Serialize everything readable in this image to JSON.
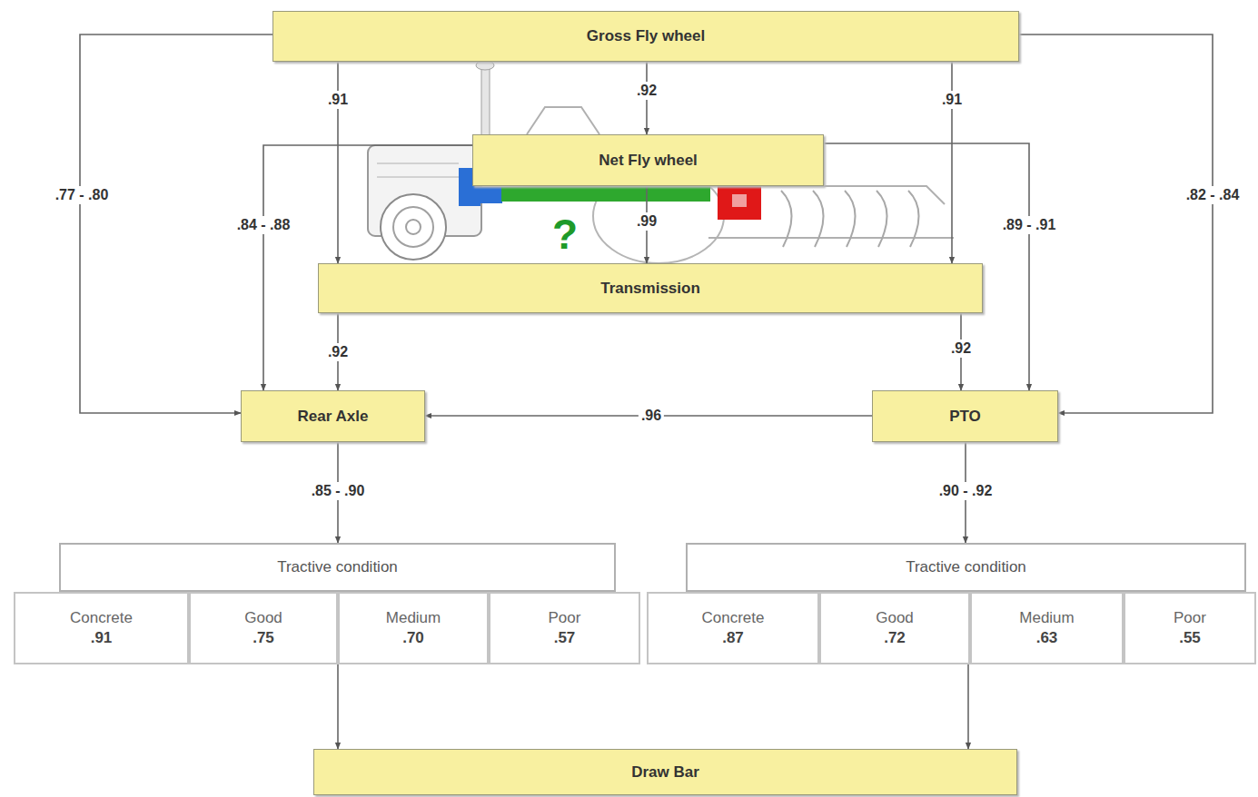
{
  "diagram": {
    "nodes": [
      {
        "text": [
          "Gross Fly wheel"
        ]
      },
      {
        "text": [
          "Net Fly wheel"
        ]
      },
      {
        "text": [
          "Transmission"
        ]
      },
      {
        "text": [
          "Rear Axle"
        ]
      },
      {
        "text": [
          "PTO"
        ]
      },
      {
        "text": [
          "Tractive condition"
        ]
      },
      {
        "text": [
          "Concrete",
          ".91"
        ]
      },
      {
        "text": [
          "Good",
          ".75"
        ]
      },
      {
        "text": [
          "Medium",
          ".70"
        ]
      },
      {
        "text": [
          "Poor",
          ".57"
        ]
      },
      {
        "text": [
          "Tractive condition"
        ]
      },
      {
        "text": [
          "Concrete",
          ".87"
        ]
      },
      {
        "text": [
          "Good",
          ".72"
        ]
      },
      {
        "text": [
          "Medium",
          ".63"
        ]
      },
      {
        "text": [
          "Poor",
          ".55"
        ]
      },
      {
        "text": [
          "Draw Bar"
        ]
      }
    ],
    "edges": [
      {
        "from": 0,
        "to": 3,
        "label": ".77 - .80",
        "arrow": "to"
      },
      {
        "from": 0,
        "to": 2,
        "label": ".91",
        "arrow": "to"
      },
      {
        "from": 0,
        "to": 1,
        "label": ".92",
        "arrow": "to"
      },
      {
        "from": 0,
        "to": 2,
        "label": ".91",
        "arrow": "to"
      },
      {
        "from": 0,
        "to": 4,
        "label": ".82 - .84",
        "arrow": "to"
      },
      {
        "from": 1,
        "to": 3,
        "label": ".84 - .88",
        "arrow": "to"
      },
      {
        "from": 1,
        "to": 2,
        "label": ".99",
        "arrow": "to"
      },
      {
        "from": 1,
        "to": 4,
        "label": ".89 - .91",
        "arrow": "to"
      },
      {
        "from": 2,
        "to": 3,
        "label": ".92",
        "arrow": "to"
      },
      {
        "from": 2,
        "to": 4,
        "label": ".92",
        "arrow": "to"
      },
      {
        "from": 4,
        "to": 3,
        "label": ".96",
        "arrow": "to"
      },
      {
        "from": 3,
        "to": 5,
        "label": ".85 - .90",
        "arrow": "to"
      },
      {
        "from": 4,
        "to": 10,
        "label": ".90 - .92",
        "arrow": "to"
      },
      {
        "from": 5,
        "to": 15,
        "arrow": "to"
      },
      {
        "from": 10,
        "to": 15,
        "arrow": "to"
      }
    ],
    "labels": [
      "?"
    ]
  }
}
